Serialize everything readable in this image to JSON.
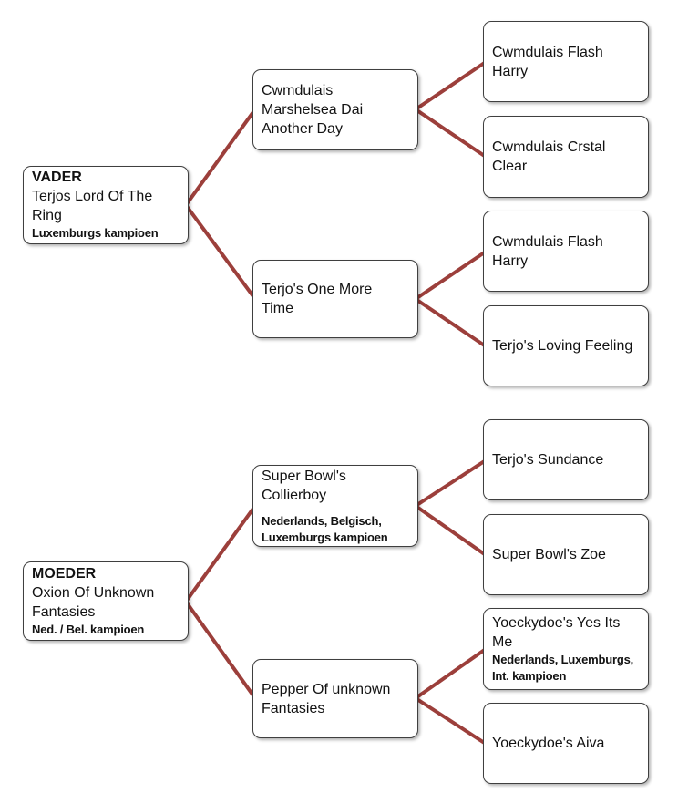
{
  "diagram": {
    "type": "pedigree-tree",
    "connector_color": "#9c3f3b",
    "box_border_color": "#3f3f3f",
    "box_background": "#ffffff",
    "boxes": {
      "father": {
        "label": "VADER",
        "name": "Terjos Lord Of The\nRing",
        "title": "Luxemburgs kampioen"
      },
      "father_sire": {
        "name": "Cwmdulais\nMarshelsea Dai\nAnother Day"
      },
      "father_sire_sire": {
        "name": "Cwmdulais Flash\nHarry"
      },
      "father_sire_dam": {
        "name": "Cwmdulais Crstal\nClear"
      },
      "father_dam": {
        "name": "Terjo's One More\nTime"
      },
      "father_dam_sire": {
        "name": "Cwmdulais Flash\nHarry"
      },
      "father_dam_dam": {
        "name": "Terjo's Loving Feeling"
      },
      "mother": {
        "label": "MOEDER",
        "name": "Oxion Of Unknown\nFantasies",
        "title": "Ned. / Bel. kampioen"
      },
      "mother_sire": {
        "name": "Super Bowl's\nCollierboy",
        "title": "Nederlands, Belgisch,\nLuxemburgs kampioen"
      },
      "mother_sire_sire": {
        "name": "Terjo's Sundance"
      },
      "mother_sire_dam": {
        "name": "Super Bowl's Zoe"
      },
      "mother_dam": {
        "name": "Pepper Of unknown\nFantasies"
      },
      "mother_dam_sire": {
        "name": "Yoeckydoe's Yes Its\nMe",
        "title": "Nederlands, Luxemburgs,\nInt. kampioen"
      },
      "mother_dam_dam": {
        "name": "Yoeckydoe's Aiva"
      }
    }
  }
}
